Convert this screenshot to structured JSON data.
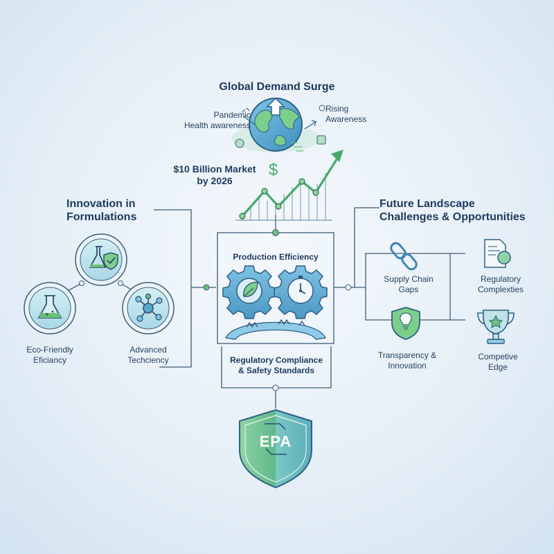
{
  "top": {
    "title": "Global Demand Surge",
    "pandemic_line1": "Pandemic",
    "pandemic_line2": "Health awareness",
    "rising_line1": "Rising",
    "rising_line2": "Awareness",
    "market_line1": "$10 Billion Market",
    "market_line2": "by 2026",
    "dollar_symbol": "$"
  },
  "left": {
    "title_line1": "Innovation in",
    "title_line2": "Formulations",
    "eco_line1": "Eco-Friendly",
    "eco_line2": "Eficiancy",
    "adv_line1": "Advanced",
    "adv_line2": "Techciency"
  },
  "center": {
    "production_title": "Production Efficiency",
    "regulatory_line1": "Regulatory Compliance",
    "regulatory_line2": "& Safety Standards",
    "badge_text": "EPA"
  },
  "right": {
    "title_line1": "Future Landscape",
    "title_line2": "Challenges & Opportunities",
    "supply_line1": "Supply Chain",
    "supply_line2": "Gaps",
    "reg_line1": "Regulatory",
    "reg_line2": "Complexties",
    "transp_line1": "Transparency &",
    "transp_line2": "Innovation",
    "edge_line1": "Competive",
    "edge_line2": "Edge"
  },
  "colors": {
    "navy": "#1d3a5c",
    "teal": "#3f8fb4",
    "green": "#6bbf7a",
    "light_blue": "#bfe0ee",
    "line": "#4a6a86"
  }
}
